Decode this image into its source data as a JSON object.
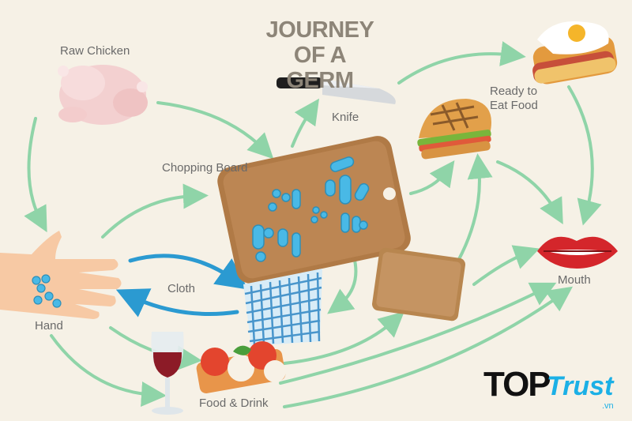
{
  "title": {
    "line1": "JOURNEY",
    "line2": "OF A GERM"
  },
  "nodes": {
    "raw_chicken": "Raw Chicken",
    "knife": "Knife",
    "chopping_board": "Chopping Board",
    "ready_to_eat_food": {
      "line1": "Ready to",
      "line2": "Eat Food"
    },
    "hand": "Hand",
    "cloth": "Cloth",
    "mouth": "Mouth",
    "food_and_drink": "Food & Drink"
  },
  "logo": {
    "top": "TOP",
    "trust": "Trust",
    "domain": ".vn"
  },
  "colors": {
    "background": "#f6f1e6",
    "arrow_green": "#8fd4a8",
    "arrow_blue": "#2b9ad1",
    "germ_blue": "#49b9e6",
    "board_wood": "#b07a46",
    "lips_red": "#d4262b",
    "logo_blue": "#1bb0e6"
  },
  "icons": [
    "raw-chicken-icon",
    "knife-icon",
    "chopping-board-icon",
    "sandwich-icon",
    "fried-egg-toast-icon",
    "hand-icon",
    "cloth-icon",
    "small-board-icon",
    "lips-icon",
    "wine-glass-icon",
    "caprese-icon",
    "germ-icon"
  ]
}
